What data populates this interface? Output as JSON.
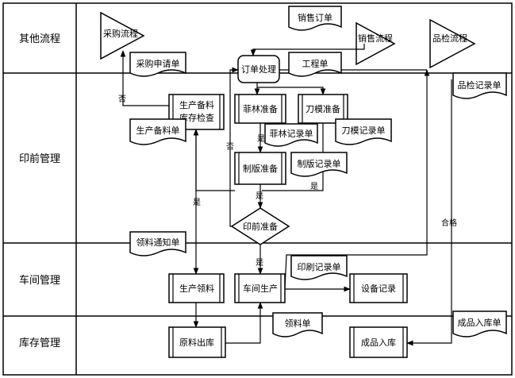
{
  "lanes": [
    {
      "key": "other",
      "label": "其他流程"
    },
    {
      "key": "prepress",
      "label": "印前管理"
    },
    {
      "key": "workshop",
      "label": "车间管理"
    },
    {
      "key": "inventory",
      "label": "库存管理"
    }
  ],
  "external": {
    "purchase": "采购流程",
    "sales": "销售流程",
    "qc": "品检流程"
  },
  "docs": {
    "sales_order": "销售订单",
    "purchase_request": "采购申请单",
    "engineering": "工程单",
    "qc_record": "品检记录单",
    "prod_material": "生产备料单",
    "film_record": "菲林记录单",
    "die_record": "刀模记录单",
    "plate_record": "制版记录单",
    "pick_notice": "领料通知单",
    "print_record": "印刷记录单",
    "pick_list": "领料单",
    "fg_receipt": "成品入库单"
  },
  "processes": {
    "order_proc": "订单处理",
    "prod_check_1": "生产备料",
    "prod_check_2": "库存检查",
    "film_prep": "菲林准备",
    "die_prep": "刀模准备",
    "plate_prep": "制版准备",
    "prepress_prep": "印前准备",
    "prod_pick": "生产领料",
    "workshop_prod": "车间生产",
    "equip_record": "设备记录",
    "raw_out": "原料出库",
    "fg_in": "成品入库"
  },
  "edge_labels": {
    "no_1": "否",
    "no_2": "否",
    "yes_1": "是",
    "yes_2": "是",
    "yes_3": "是",
    "yes_4": "是",
    "pass": "合格"
  }
}
